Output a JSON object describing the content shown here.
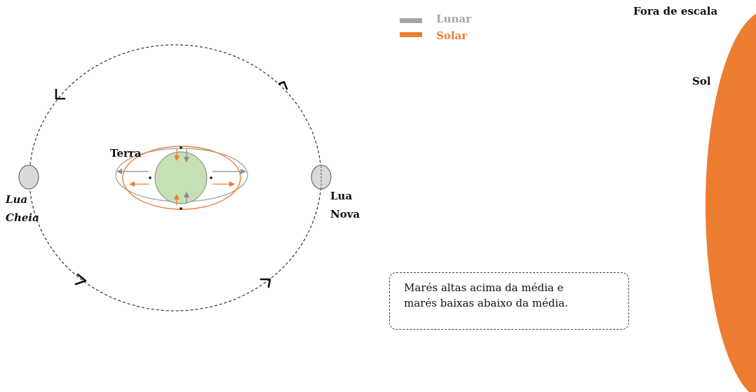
{
  "legend": {
    "lunar_label": "Lunar",
    "solar_label": "Solar",
    "lunar_color": "#a6a6a6",
    "solar_color": "#ed7d31"
  },
  "labels": {
    "scale_note": "Fora de escala",
    "sun": "Sol",
    "earth": "Terra",
    "full_moon_line1": "Lua",
    "full_moon_line2": "Cheia",
    "new_moon_line1": "Lua",
    "new_moon_line2": "Nova"
  },
  "note": {
    "line1": "Marés altas acima da média e",
    "line2": "marés baixas abaixo da média."
  },
  "colors": {
    "sun": "#ed7d31",
    "earth_fill": "#c5e0b4",
    "moon_fill": "#d9d9d9",
    "orbit": "#222222"
  },
  "icons": [
    "orbit-direction-arrow-icon",
    "tidal-force-arrow-icon"
  ]
}
